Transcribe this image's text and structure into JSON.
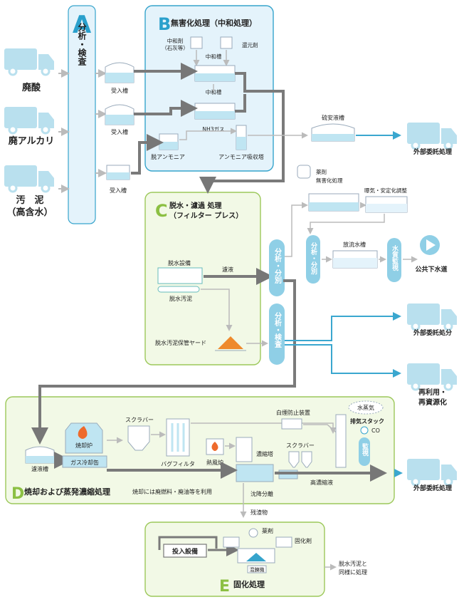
{
  "colors": {
    "blue_panel": "#e4f3fb",
    "blue_border": "#36a4cc",
    "green_panel": "#f2f9e6",
    "green_border": "#9cc85a",
    "pill_blue": "#8fcfe6",
    "tank_fill": "#bfe5f2",
    "pipe_gray": "#7a7a7a",
    "pipe_light": "#c9c9c9",
    "truck": "#b9e0ee",
    "letter_blue": "#2aa0cc",
    "letter_green": "#8cc043",
    "fire": "#ee6a2c",
    "sludge": "#ee8a2c"
  },
  "inputs": {
    "waste_acid": "廃酸",
    "waste_alkali": "廃アルカリ",
    "sludge_1": "汚　泥",
    "sludge_2": "（高含水）"
  },
  "analysis_A": {
    "letter": "A",
    "text": "分析・検査"
  },
  "receiving": {
    "tank1": "受入槽",
    "tank2": "受入槽",
    "tank3": "受入槽"
  },
  "section_B": {
    "letter": "B",
    "title": "無害化処理（中和処理）",
    "neutralizer_1": "中和剤",
    "neutralizer_2": "（石灰等）",
    "reductant": "還元剤",
    "neut_tank_1": "中和槽",
    "neut_tank_2": "中和槽",
    "nh3_gas": "NH3ガス",
    "deammonia": "脱アンモニア",
    "ammonia_tower": "アンモニア吸収塔"
  },
  "ammonium_sulfate_tank": "硫安液槽",
  "outsource_1": "外部委託処理",
  "section_C": {
    "letter": "C",
    "title_1": "脱水・濾過 処理",
    "title_2": "（フィルター プレス）",
    "dewater_equip": "脱水設備",
    "filtrate": "濾液",
    "dewater_sludge": "脱水汚泥",
    "sludge_yard": "脱水汚泥保管ヤード"
  },
  "pill_separate_1": "分析・分別",
  "pill_separate_2": "分析・分別",
  "pill_inspect": "分析・検査",
  "pill_monitor_1": "水質監視",
  "chem_1": "薬剤",
  "chem_2": "無害化処理",
  "aeration": "曝気・安定化調整",
  "discharge_tank": "放流水槽",
  "sewer": "公共下水道",
  "outsource_disposal": "外部委託処分",
  "reuse_1": "再利用・",
  "reuse_2": "再資源化",
  "section_D": {
    "letter": "D",
    "title": "焼却および蒸発濃縮処理",
    "note": "焼却には廃燃料・廃油等を利用",
    "filtrate_tank": "濾液槽",
    "incinerator": "焼却炉",
    "gas_cooler": "ガス冷却缶",
    "scrubber_1": "スクラバー",
    "bag_filter": "バグフィルタ",
    "hot_air": "熱風炉",
    "concentrator": "濃縮塔",
    "scrubber_2": "スクラバー",
    "smoke_prevent": "白煙防止装置",
    "steam": "水蒸気",
    "exhaust_stack": "排気スタック",
    "co": "CO",
    "monitor": "監視",
    "concentrate": "高濃縮液",
    "sediment": "沈降分離",
    "residue": "残渣物"
  },
  "outsource_2": "外部委託処理",
  "section_E": {
    "letter": "E",
    "title": "固化処理",
    "feeder": "投入設備",
    "chem": "薬剤",
    "solidifier": "固化剤",
    "kneader": "混錬機"
  },
  "same_as_sludge_1": "脱水汚泥と",
  "same_as_sludge_2": "同様に処理"
}
